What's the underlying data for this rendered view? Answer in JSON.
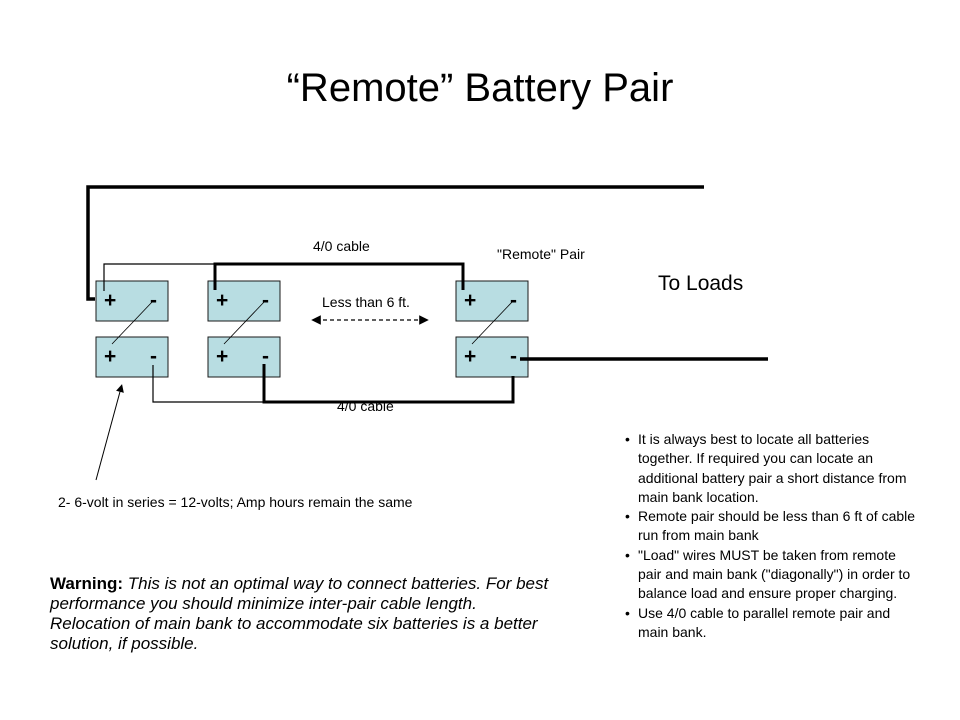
{
  "title": "“Remote” Battery Pair",
  "colors": {
    "battery_fill": "#b8dde2",
    "battery_border": "#1a1a1a",
    "wire": "#000000"
  },
  "labels": {
    "cable_top": "4/0 cable",
    "cable_bottom": "4/0 cable",
    "remote_pair": "\"Remote\" Pair",
    "distance": "Less than 6 ft.",
    "to_loads": "To Loads",
    "series_note": "2- 6-volt in series = 12-volts; Amp hours remain the same"
  },
  "batteries": [
    {
      "id": "main-a-top",
      "positive": "+",
      "negative": "-"
    },
    {
      "id": "main-a-bottom",
      "positive": "+",
      "negative": "-"
    },
    {
      "id": "main-b-top",
      "positive": "+",
      "negative": "-"
    },
    {
      "id": "main-b-bottom",
      "positive": "+",
      "negative": "-"
    },
    {
      "id": "remote-top",
      "positive": "+",
      "negative": "-"
    },
    {
      "id": "remote-bottom",
      "positive": "+",
      "negative": "-"
    }
  ],
  "notes": [
    "It is always best to locate all batteries together. If required you can locate an additional battery pair a short distance from main bank location.",
    "Remote pair should be less than 6 ft of cable run from main bank",
    "\"Load\" wires MUST be taken from remote pair and main bank (\"diagonally\") in order to balance load and ensure proper charging.",
    "Use 4/0 cable to parallel remote pair and main bank."
  ],
  "warning": {
    "lead": "Warning:",
    "text": " This is not an optimal way to connect batteries. For best performance you should minimize inter-pair cable length. Relocation of main bank to accommodate six batteries is a better solution, if possible."
  }
}
